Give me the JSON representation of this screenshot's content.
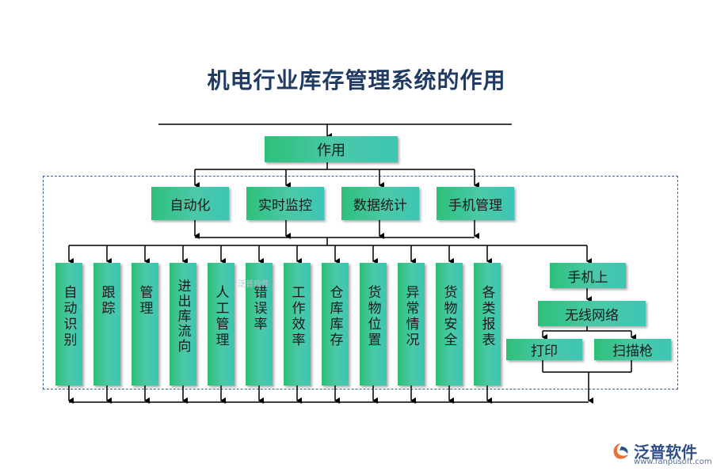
{
  "title": "机电行业库存管理系统的作用",
  "root": "作用",
  "level2": [
    "自动化",
    "实时监控",
    "数据统计",
    "手机管理"
  ],
  "columns": [
    "自动识别",
    "跟踪",
    "管理",
    "进出库流向",
    "人工管理",
    "错误率",
    "工作效率",
    "仓库库存",
    "货物位置",
    "异常情况",
    "货物安全",
    "各类报表"
  ],
  "mobile": {
    "top": "手机上",
    "wireless": "无线网络",
    "print": "打印",
    "scan": "扫描枪"
  },
  "watermark": "泛普软件",
  "logo": {
    "name": "泛普软件",
    "url": "www.fanpusoft.com"
  },
  "colors": {
    "title": "#1f3b63",
    "box_start": "#2cc07a",
    "box_end": "#3cc6b4",
    "line": "#000000",
    "dash": "#3a5fa8"
  }
}
